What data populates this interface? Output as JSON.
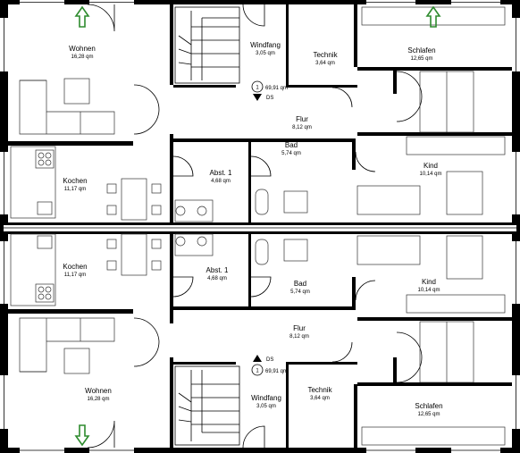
{
  "rooms": {
    "top_wohnen": {
      "name": "Wohnen",
      "area": "16,28 qm"
    },
    "top_windfang": {
      "name": "Windfang",
      "area": "3,05 qm"
    },
    "top_technik": {
      "name": "Technik",
      "area": "3,64 qm"
    },
    "top_schlafen": {
      "name": "Schlafen",
      "area": "12,65 qm"
    },
    "top_flur": {
      "name": "Flur",
      "area": "8,12 qm"
    },
    "top_kochen": {
      "name": "Kochen",
      "area": "11,17 qm"
    },
    "top_abst": {
      "name": "Abst. 1",
      "area": "4,68 qm"
    },
    "top_bad": {
      "name": "Bad",
      "area": "5,74 qm"
    },
    "top_kind": {
      "name": "Kind",
      "area": "10,14 qm"
    },
    "bot_kochen": {
      "name": "Kochen",
      "area": "11,17 qm"
    },
    "bot_abst": {
      "name": "Abst. 1",
      "area": "4,68 qm"
    },
    "bot_bad": {
      "name": "Bad",
      "area": "5,74 qm"
    },
    "bot_kind": {
      "name": "Kind",
      "area": "10,14 qm"
    },
    "bot_flur": {
      "name": "Flur",
      "area": "8,12 qm"
    },
    "bot_wohnen": {
      "name": "Wohnen",
      "area": "16,28 qm"
    },
    "bot_windfang": {
      "name": "Windfang",
      "area": "3,05 qm"
    },
    "bot_technik": {
      "name": "Technik",
      "area": "3,64 qm"
    },
    "bot_schlafen": {
      "name": "Schlafen",
      "area": "12,65 qm"
    }
  },
  "units": {
    "top": {
      "marker": "1",
      "total": "69,91 qm",
      "stair_label": "DS"
    },
    "bottom": {
      "marker": "1",
      "total": "69,91 qm",
      "stair_label": "DS"
    }
  },
  "colors": {
    "wall": "#000000",
    "entry_arrow": "#2e8b2e"
  },
  "icons": [
    "entry-arrow-icon",
    "stair-direction-icon"
  ]
}
